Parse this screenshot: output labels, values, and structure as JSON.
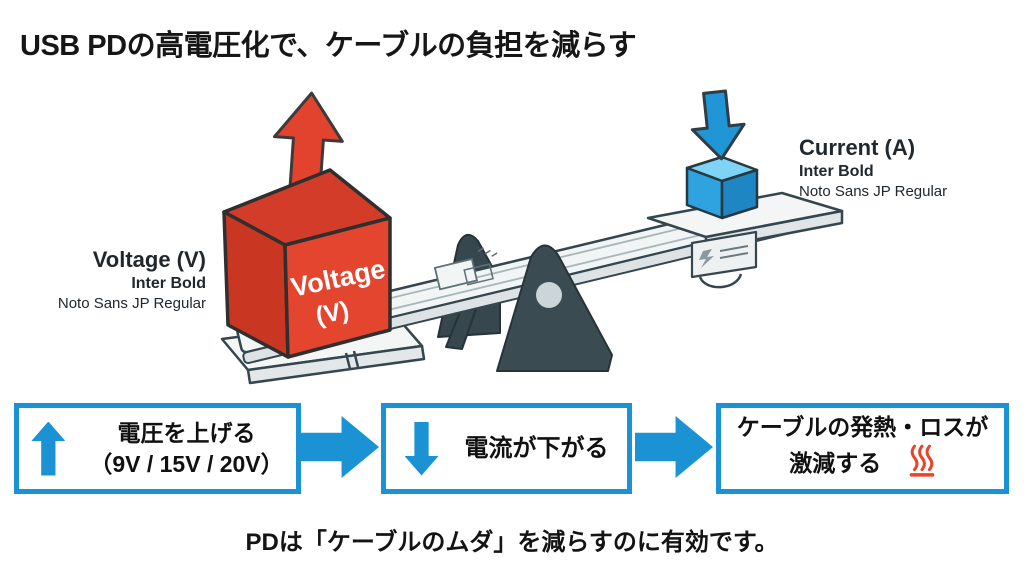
{
  "title": "USB PDの高電圧化で、ケーブルの負担を減らす",
  "annotations": {
    "voltage": {
      "name": "Voltage (V)",
      "font_line1": "Inter Bold",
      "font_line2": "Noto Sans JP Regular"
    },
    "current": {
      "name": "Current (A)",
      "font_line1": "Inter Bold",
      "font_line2": "Noto Sans JP Regular"
    }
  },
  "seesaw": {
    "heavy_cube": {
      "line1": "Voltage",
      "line2": "(V)"
    },
    "light_cube": "Current (A)"
  },
  "flow": {
    "steps": [
      {
        "icon": "arrow-up-icon",
        "line1": "電圧を上げる",
        "line2": "（9V / 15V / 20V）"
      },
      {
        "icon": "arrow-down-icon",
        "line1": "電流が下がる"
      },
      {
        "icon": "heat-icon",
        "line1": "ケーブルの発熱・ロスが",
        "line2": "激減する"
      }
    ]
  },
  "caption": "PDは「ケーブルのムダ」を減らすのに有効です。",
  "colors": {
    "accent_blue": "#1b92d4",
    "cube_red": "#e2432e",
    "cube_blue": "#2ea3e0",
    "dark_slate": "#3b4b52",
    "heat_red": "#e8442a"
  }
}
